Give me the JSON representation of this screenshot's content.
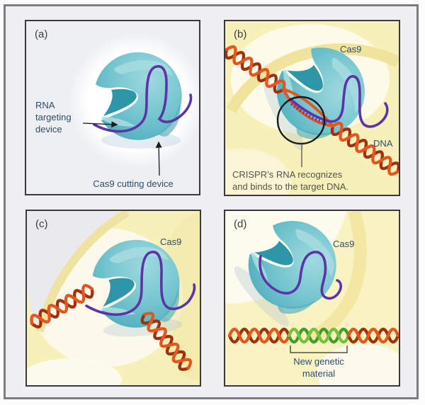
{
  "panels": {
    "a": {
      "letter": "(a)",
      "rna_label_lines": [
        "RNA",
        "targeting",
        "device"
      ],
      "cutting_label": "Cas9 cutting device"
    },
    "b": {
      "letter": "(b)",
      "cas9_label": "Cas9",
      "dna_label": "DNA",
      "caption_lines": [
        "CRISPR’s RNA recognizes",
        "and binds to the target DNA."
      ]
    },
    "c": {
      "letter": "(c)",
      "cas9_label": "Cas9"
    },
    "d": {
      "letter": "(d)",
      "cas9_label": "Cas9",
      "new_material_lines": [
        "New genetic",
        "material"
      ]
    }
  },
  "colors": {
    "cas9_teal": "#6cc0cb",
    "rna_purple": "#5d34a5",
    "dna_orange": "#e2571f",
    "dna_dark_orange": "#9e3110",
    "new_dna_green": "#3f9d2a",
    "new_dna_light_green": "#76bf3f",
    "cell_yellow": "#f7f0b8",
    "label_blue": "#2e4d6b"
  }
}
